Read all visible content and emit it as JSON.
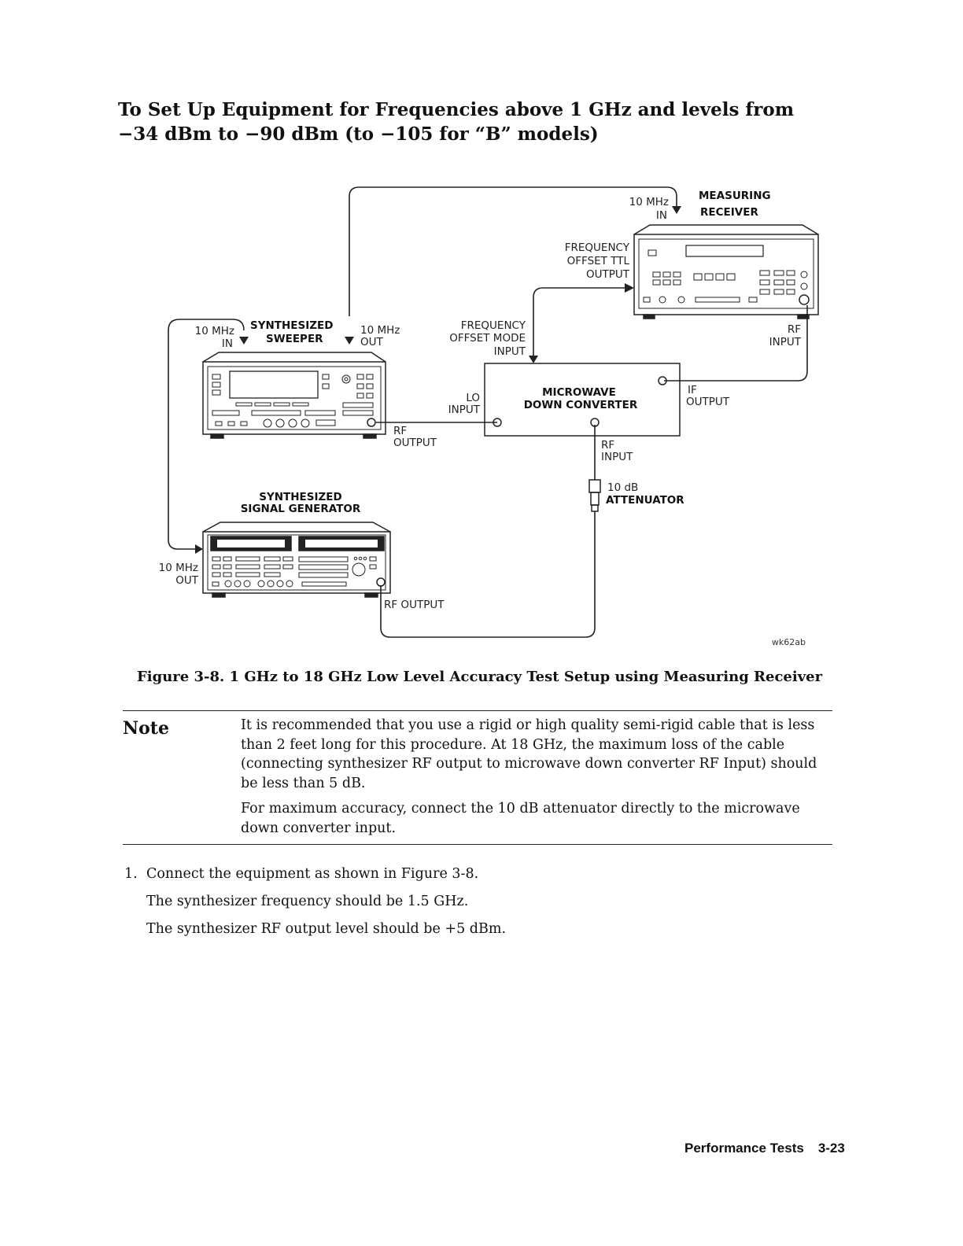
{
  "heading": {
    "line1": "To Set Up Equipment for Frequencies above 1 GHz and levels from",
    "line2": "−34 dBm to −90 dBm (to −105 for “B” models)"
  },
  "diagram": {
    "measuring_receiver": {
      "title1": "MEASURING",
      "title2": "RECEIVER"
    },
    "receiver_10mhz_in": [
      "10 MHz",
      "IN"
    ],
    "receiver_freq_offset_ttl_output": [
      "FREQUENCY",
      "OFFSET TTL",
      "OUTPUT"
    ],
    "receiver_rf_input": [
      "RF",
      "INPUT"
    ],
    "synthesized_sweeper": {
      "title1": "SYNTHESIZED",
      "title2": "SWEEPER"
    },
    "sweeper_10mhz_in": [
      "10 MHz",
      "IN"
    ],
    "sweeper_10mhz_out": [
      "10 MHz",
      "OUT"
    ],
    "sweeper_rf_output": [
      "RF",
      "OUTPUT"
    ],
    "downconverter": {
      "title1": "MICROWAVE",
      "title2": "DOWN CONVERTER"
    },
    "dc_freq_offset_mode_input": [
      "FREQUENCY",
      "OFFSET MODE",
      "INPUT"
    ],
    "dc_lo_input": [
      "LO",
      "INPUT"
    ],
    "dc_if_output": [
      "IF",
      "OUTPUT"
    ],
    "dc_rf_input": [
      "RF",
      "INPUT"
    ],
    "attenuator": [
      "10 dB",
      "ATTENUATOR"
    ],
    "signal_generator": {
      "title1": "SYNTHESIZED",
      "title2": "SIGNAL GENERATOR"
    },
    "siggen_10mhz_out": [
      "10 MHz",
      "OUT"
    ],
    "siggen_rf_output": "RF OUTPUT",
    "figure_code": "wk62ab"
  },
  "caption": "Figure 3-8. 1 GHz to 18 GHz Low Level Accuracy Test Setup using Measuring Receiver",
  "note": {
    "label": "Note",
    "paragraphs": [
      "It is recommended that you use a rigid or high quality semi-rigid cable that is less than 2 feet long for this procedure. At 18 GHz, the maximum loss of the cable (connecting synthesizer RF output to microwave down converter RF Input) should be less than 5 dB.",
      "For maximum accuracy, connect the 10 dB attenuator directly to the microwave down converter input."
    ]
  },
  "steps": [
    {
      "number": "1.",
      "text": "Connect the equipment as shown in Figure 3-8.",
      "details": [
        "The synthesizer frequency should be 1.5 GHz.",
        "The synthesizer RF output level should be +5 dBm."
      ]
    }
  ],
  "footer": {
    "section": "Performance Tests",
    "page": "3-23"
  }
}
